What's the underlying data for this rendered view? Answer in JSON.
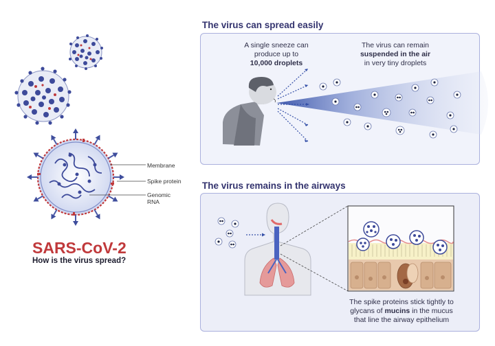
{
  "panel1": {
    "title": "The virus can spread easily",
    "sneeze_text": {
      "line1": "A single sneeze can",
      "line2": "produce up to",
      "bold": "10,000 droplets"
    },
    "air_text": {
      "line1": "The virus can remain",
      "bold": "suspended in the air",
      "line3": "in very tiny droplets"
    }
  },
  "panel2": {
    "title": "The virus remains in the airways",
    "caption": {
      "line1": "The spike proteins stick tightly to",
      "pre": "glycans of ",
      "bold": "mucins",
      "post": " in the mucus",
      "line3": "that line the airway epithelium"
    }
  },
  "virus": {
    "labels": {
      "membrane": "Membrane",
      "spike": "Spike protein",
      "rna_1": "Genomic",
      "rna_2": "RNA"
    },
    "title": "SARS-CoV-2",
    "subtitle": "How is the virus spread?"
  },
  "colors": {
    "accent_red": "#c0393b",
    "virus_blue": "#4a5aa8",
    "title_navy": "#33336e",
    "panel_border": "#aab0dd"
  }
}
